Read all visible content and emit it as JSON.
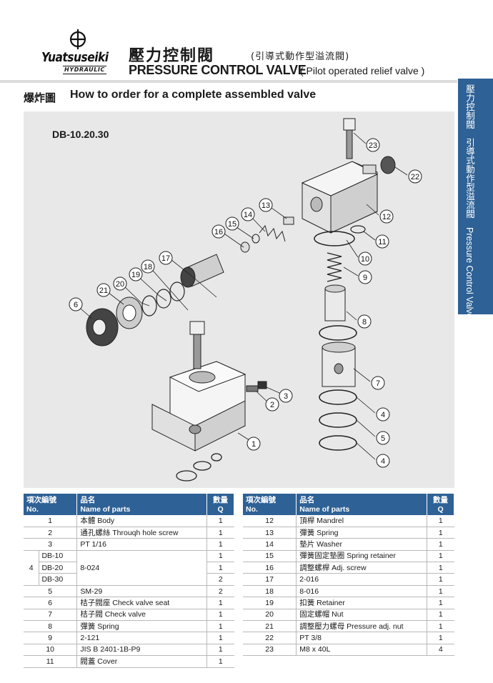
{
  "brand": {
    "name": "Yuatsuseiki",
    "sub": "HYDRAULIC"
  },
  "header": {
    "title_zh": "壓力控制閥",
    "title_zh_sub": "(引導式動作型溢流閥)",
    "title_en": "PRESSURE CONTROL VALVE",
    "title_en_sub": "( Pilot operated relief valve )"
  },
  "section": {
    "title_zh": "爆炸圖",
    "title_en": "How to order for a complete assembled valve"
  },
  "side_tab": {
    "text": "壓力控制閥　引導式動作型溢流閥　Pressure Control Valve (Pilot operated relief valve)"
  },
  "drawing": {
    "model": "DB-10.20.30",
    "callouts": [
      "1",
      "2",
      "3",
      "4",
      "5",
      "4",
      "6",
      "7",
      "8",
      "9",
      "10",
      "11",
      "12",
      "13",
      "14",
      "15",
      "16",
      "17",
      "18",
      "19",
      "20",
      "21",
      "22",
      "23"
    ]
  },
  "table_headers": {
    "no_zh": "項次編號",
    "no_en": "No.",
    "name_zh": "品名",
    "name_en": "Name of parts",
    "q_zh": "數量",
    "q_en": "Q"
  },
  "parts_left": [
    {
      "no": "1",
      "name": "本體 Body",
      "q": "1"
    },
    {
      "no": "2",
      "name": "通孔螺絲 Throuqh hole screw",
      "q": "1"
    },
    {
      "no": "3",
      "name": "PT 1/16",
      "q": "1"
    },
    {
      "no": "4",
      "name": "8-024",
      "variants": [
        {
          "model": "DB-10",
          "q": "1"
        },
        {
          "model": "DB-20",
          "q": "1"
        },
        {
          "model": "DB-30",
          "q": "2"
        }
      ]
    },
    {
      "no": "5",
      "name": "SM-29",
      "q": "2"
    },
    {
      "no": "6",
      "name": "桔子閥座 Check valve seat",
      "q": "1"
    },
    {
      "no": "7",
      "name": "桔子閥 Check valve",
      "q": "1"
    },
    {
      "no": "8",
      "name": "彈簧 Spring",
      "q": "1"
    },
    {
      "no": "9",
      "name": "2-121",
      "q": "1"
    },
    {
      "no": "10",
      "name": "JIS B 2401-1B-P9",
      "q": "1"
    },
    {
      "no": "11",
      "name": "閥蓋 Cover",
      "q": "1"
    }
  ],
  "parts_right": [
    {
      "no": "12",
      "name": "頂桿 Mandrel",
      "q": "1"
    },
    {
      "no": "13",
      "name": "彈簧 Spring",
      "q": "1"
    },
    {
      "no": "14",
      "name": "墊片 Washer",
      "q": "1"
    },
    {
      "no": "15",
      "name": "彈簧固定墊圈 Spring retainer",
      "q": "1"
    },
    {
      "no": "16",
      "name": "調整螺桿 Adj. screw",
      "q": "1"
    },
    {
      "no": "17",
      "name": "2-016",
      "q": "1"
    },
    {
      "no": "18",
      "name": "8-016",
      "q": "1"
    },
    {
      "no": "19",
      "name": "扣簧 Retainer",
      "q": "1"
    },
    {
      "no": "20",
      "name": "固定螺帽 Nut",
      "q": "1"
    },
    {
      "no": "21",
      "name": "調整壓力螺母 Pressure adj. nut",
      "q": "1"
    },
    {
      "no": "22",
      "name": "PT 3/8",
      "q": "1"
    },
    {
      "no": "23",
      "name": "M8 x 40L",
      "q": "4"
    }
  ],
  "colors": {
    "accent": "#2e6195",
    "drawing_bg": "#e8e8e8"
  }
}
